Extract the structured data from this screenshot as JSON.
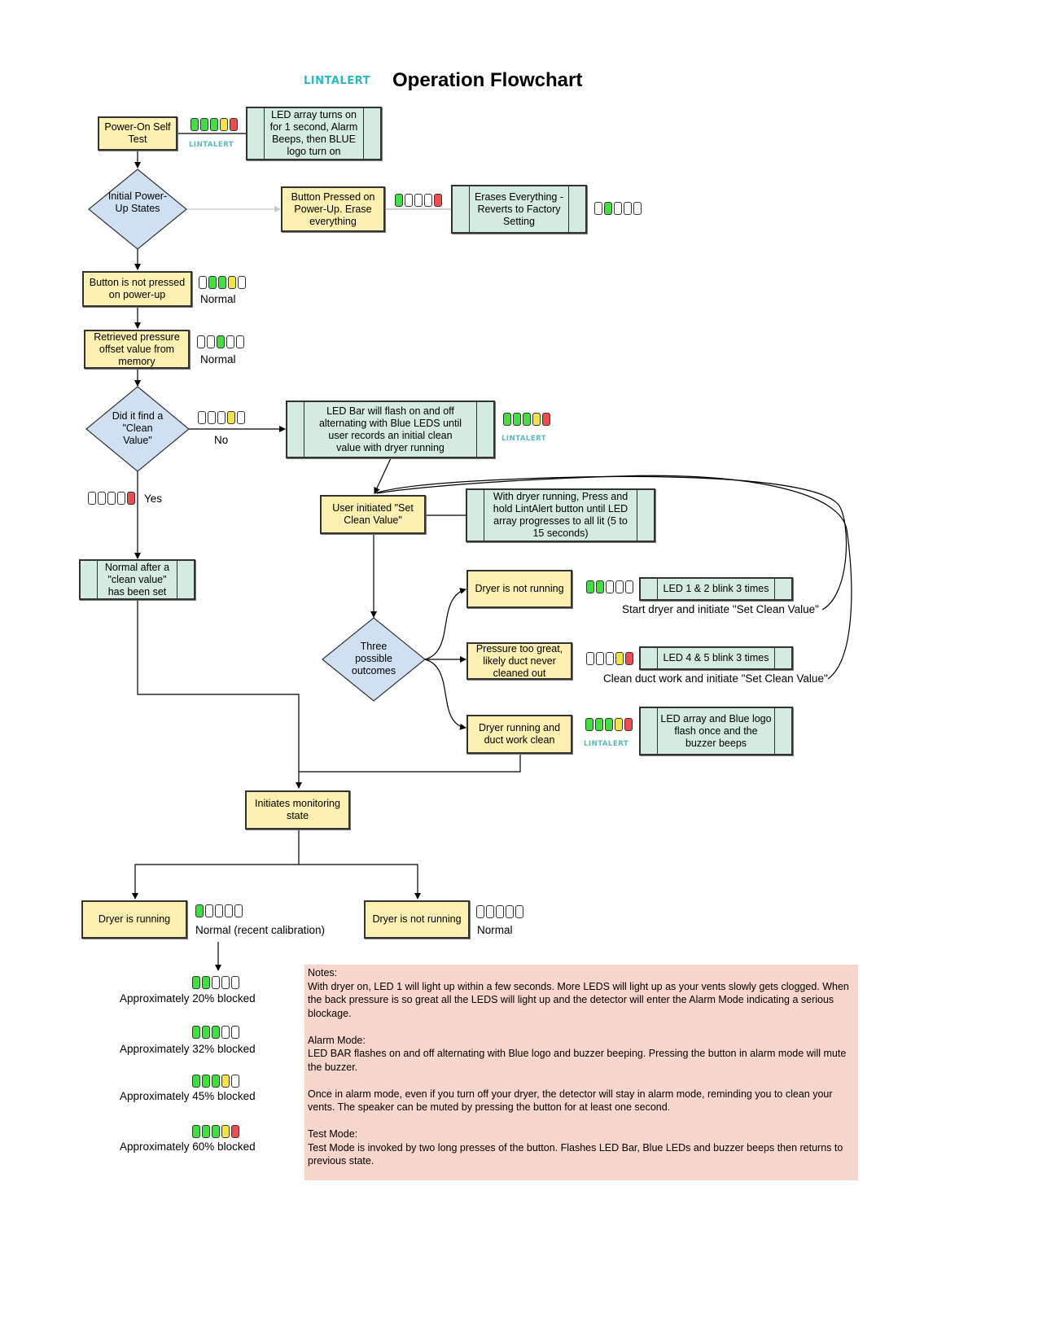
{
  "header": {
    "logo": "LINTALERT",
    "title": "Operation Flowchart"
  },
  "nodes": {
    "power_on": "Power-On Self Test",
    "led_turns_on": "LED array turns on for 1 second, Alarm Beeps, then BLUE logo turn on",
    "initial_states": "Initial Power-Up States",
    "button_pressed": "Button Pressed on Power-Up. Erase everything",
    "erases": "Erases Everything - Reverts to Factory Setting",
    "not_pressed": "Button is not pressed on power-up",
    "retrieved": "Retrieved pressure offset value from memory",
    "did_find": "Did it find a \"Clean Value\"",
    "led_bar_flash": "LED Bar will flash on and off alternating with Blue LEDS until user records an initial clean value with dryer running",
    "user_initiated": "User initiated \"Set Clean Value\"",
    "with_dryer": "With dryer running, Press and hold LintAlert button until LED array progresses to all lit (5 to 15 seconds)",
    "normal_after": "Normal after a \"clean value\" has been set",
    "dryer_not_running_1": "Dryer is not running",
    "led12": "LED 1 & 2 blink 3 times",
    "three_outcomes": "Three possible outcomes",
    "pressure_great": "Pressure too great, likely duct never cleaned out",
    "led45": "LED 4 & 5 blink 3 times",
    "dryer_running_clean": "Dryer running and duct work clean",
    "led_blue_flash": "LED array and Blue logo flash once and the buzzer beeps",
    "initiates": "Initiates monitoring state",
    "dryer_running": "Dryer is running",
    "dryer_not_running_2": "Dryer is not running"
  },
  "labels": {
    "normal_1": "Normal",
    "normal_2": "Normal",
    "no": "No",
    "yes": "Yes",
    "start_dryer": "Start dryer and initiate \"Set Clean Value\"",
    "clean_duct": "Clean duct work and initiate \"Set Clean Value\"",
    "normal_recent": "Normal (recent calibration)",
    "normal_3": "Normal",
    "blocked_20": "Approximately 20% blocked",
    "blocked_32": "Approximately 32% blocked",
    "blocked_45": "Approximately 45% blocked",
    "blocked_60": "Approximately 60% blocked"
  },
  "led_states": {
    "power_on": [
      "green",
      "green",
      "green",
      "yellow",
      "red"
    ],
    "button_pressed": [
      "green",
      "off",
      "off",
      "off",
      "red"
    ],
    "erases": [
      "off",
      "green",
      "off",
      "off",
      "off"
    ],
    "not_pressed": [
      "off",
      "green",
      "green",
      "yellow",
      "off"
    ],
    "retrieved": [
      "off",
      "off",
      "green",
      "off",
      "off"
    ],
    "did_find_no": [
      "off",
      "off",
      "off",
      "yellow",
      "off"
    ],
    "yes": [
      "off",
      "off",
      "off",
      "off",
      "red"
    ],
    "led_bar_flash": [
      "green",
      "green",
      "green",
      "yellow",
      "red"
    ],
    "dryer_not_running_1": [
      "green",
      "green",
      "off",
      "off",
      "off"
    ],
    "pressure_great": [
      "off",
      "off",
      "off",
      "yellow",
      "red"
    ],
    "dryer_running_clean": [
      "green",
      "green",
      "green",
      "yellow",
      "red"
    ],
    "dryer_running": [
      "green",
      "off",
      "off",
      "off",
      "off"
    ],
    "dryer_not_running_2": [
      "off",
      "off",
      "off",
      "off",
      "off"
    ],
    "blocked_20": [
      "green",
      "green",
      "off",
      "off",
      "off"
    ],
    "blocked_32": [
      "green",
      "green",
      "green",
      "off",
      "off"
    ],
    "blocked_45": [
      "green",
      "green",
      "green",
      "yellow",
      "off"
    ],
    "blocked_60": [
      "green",
      "green",
      "green",
      "yellow",
      "red"
    ]
  },
  "notes": {
    "heading": "Notes:",
    "p1": "With dryer on, LED 1 will light up within a few seconds. More LEDS will light up as your vents slowly gets clogged. When the back pressure is so great all the LEDS will light up and the detector will enter the Alarm Mode indicating a serious blockage.",
    "alarm_heading": "Alarm Mode:",
    "alarm_text": "LED BAR flashes on and off alternating with Blue logo and buzzer beeping.  Pressing the button in alarm mode will mute the buzzer.",
    "p3": "Once in alarm mode, even if you turn off your dryer, the detector will stay in alarm mode, reminding you to clean your vents. The speaker can be muted by pressing the button for at least one second.",
    "test_heading": "Test Mode:",
    "test_text": "Test Mode is invoked by two long presses of the button. Flashes LED Bar, Blue LEDs and buzzer beeps then returns to previous state."
  },
  "colors": {
    "process_fill": "#fdf0b0",
    "predefined_fill": "#d4ebdf",
    "decision_fill": "#cfe0f3",
    "notes_fill": "#f9d6cc",
    "logo": "#2bb8c0",
    "led_green": "#44dd44",
    "led_yellow": "#f1e349",
    "led_red": "#ee4d4d"
  }
}
